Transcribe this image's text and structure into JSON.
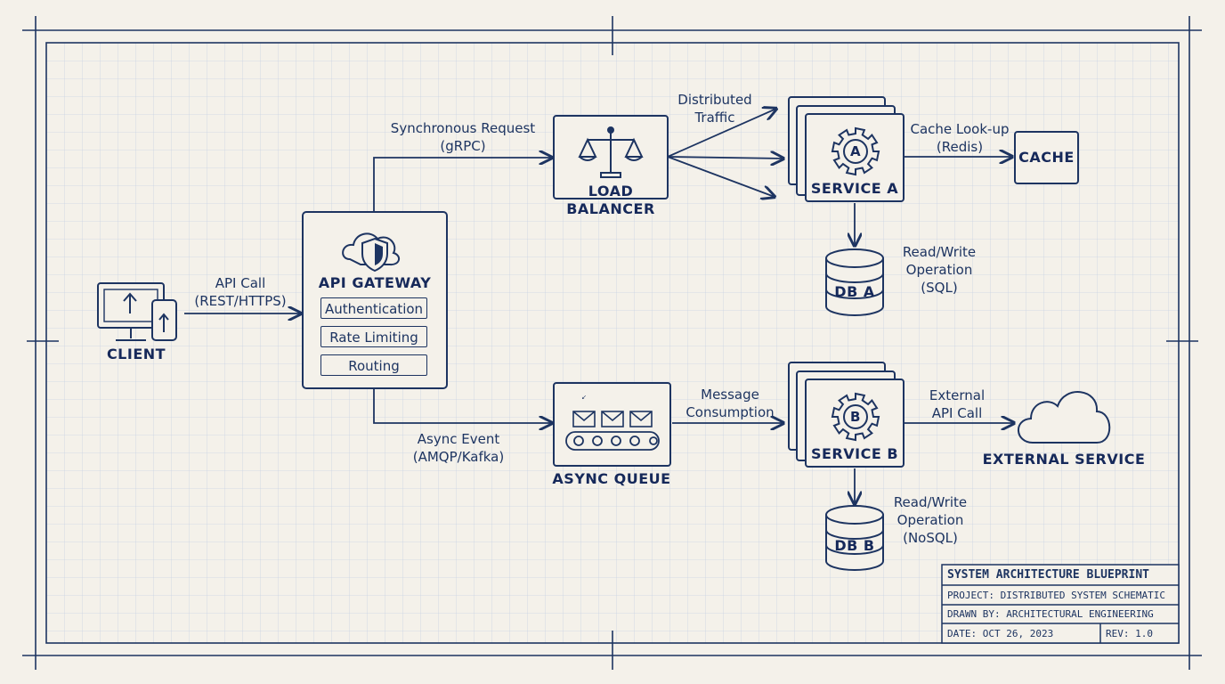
{
  "nodes": {
    "client": "CLIENT",
    "api_gateway": "API GATEWAY",
    "load_balancer": [
      "LOAD",
      "BALANCER"
    ],
    "service_a": "SERVICE A",
    "service_b": "SERVICE B",
    "service_a_badge": "A",
    "service_b_badge": "B",
    "cache": "CACHE",
    "db_a": "DB A",
    "db_b": "DB B",
    "async_queue": "ASYNC QUEUE",
    "external_service": "EXTERNAL SERVICE"
  },
  "gateway_modules": [
    "Authentication",
    "Rate Limiting",
    "Routing"
  ],
  "edges": {
    "api_call": [
      "API Call",
      "(REST/HTTPS)"
    ],
    "sync_request": [
      "Synchronous Request",
      "(gRPC)"
    ],
    "async_event": [
      "Async Event",
      "(AMQP/Kafka)"
    ],
    "distributed_traffic": [
      "Distributed",
      "Traffic"
    ],
    "cache_lookup": [
      "Cache Look-up",
      "(Redis)"
    ],
    "rw_sql": [
      "Read/Write",
      "Operation",
      "(SQL)"
    ],
    "message_consumption": [
      "Message",
      "Consumption"
    ],
    "external_api": [
      "External",
      "API Call"
    ],
    "rw_nosql": [
      "Read/Write",
      "Operation",
      "(NoSQL)"
    ]
  },
  "title_block": {
    "title": "SYSTEM ARCHITECTURE BLUEPRINT",
    "project": "PROJECT: DISTRIBUTED SYSTEM SCHEMATIC",
    "drawn_by": "DRAWN BY: ARCHITECTURAL ENGINEERING",
    "date": "DATE: OCT 26, 2023",
    "rev": "REV: 1.0"
  },
  "colors": {
    "ink": "#1d3461",
    "paper": "#f4f1ea",
    "grid": "#c9d4e3"
  },
  "icons": [
    "monitor-icon",
    "phone-icon",
    "cloud-shield-icon",
    "scales-icon",
    "gear-icon",
    "database-icon",
    "envelope-icon",
    "conveyor-icon",
    "cloud-icon"
  ]
}
